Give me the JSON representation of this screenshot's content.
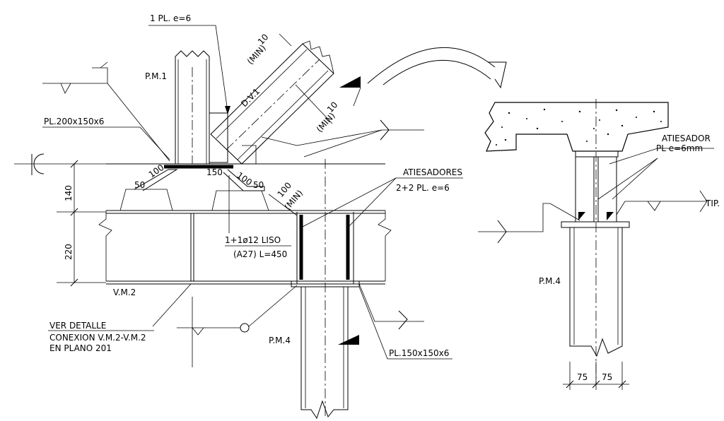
{
  "labels": {
    "pl_top": "1 PL. e=6",
    "pm1": "P.M.1",
    "dv1": "D.V.1",
    "min10_a_val": "10",
    "min10_a_min": "(MIN)",
    "min10_b_val": "10",
    "min10_b_min": "(MIN)",
    "pl200": "PL.200x150x6",
    "dim_50_left": "50",
    "dim_100_left": "100",
    "dim_150": "150",
    "dim_100_right": "100",
    "dim_50_right": "50",
    "dim_100_min_val": "100",
    "dim_100_min": "(MIN)",
    "dim_140": "140",
    "dim_220": "220",
    "atiesadores_title": "ATIESADORES",
    "atiesadores_spec": "2+2 PL. e=6",
    "bar_spec_1": "1+1ø12 LISO",
    "bar_spec_2": "(A27) L=450",
    "vm2": "V.M.2",
    "ver_detalle_1": "VER DETALLE",
    "ver_detalle_2": "CONEXION V.M.2-V.M.2",
    "ver_detalle_3": "EN PLANO 201",
    "pm4_left": "P.M.4",
    "pl150": "PL.150x150x6",
    "atiesador_title": "ATIESADOR",
    "atiesador_spec": "PL e=6mm",
    "tip": "TIP.",
    "pm4_right": "P.M.4",
    "dim_75_left": "75",
    "dim_75_right": "75"
  }
}
